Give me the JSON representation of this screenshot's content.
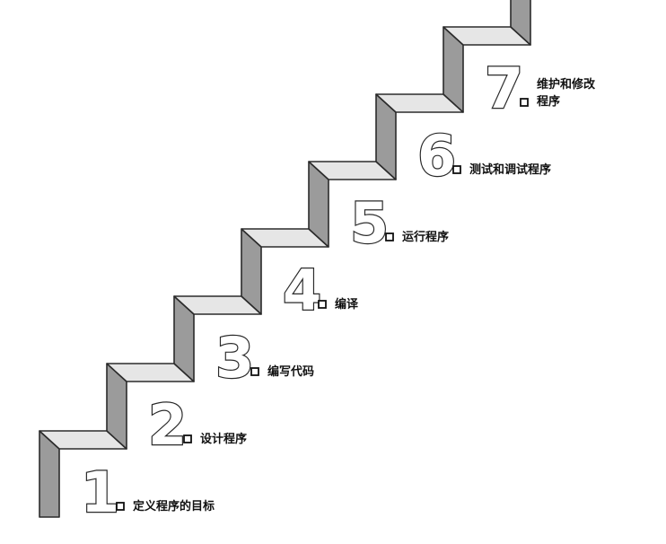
{
  "steps": [
    {
      "number": "1",
      "label_lines": [
        "定义程序的目标"
      ]
    },
    {
      "number": "2",
      "label_lines": [
        "设计程序"
      ]
    },
    {
      "number": "3",
      "label_lines": [
        "编写代码"
      ]
    },
    {
      "number": "4",
      "label_lines": [
        "编译"
      ]
    },
    {
      "number": "5",
      "label_lines": [
        "运行程序"
      ]
    },
    {
      "number": "6",
      "label_lines": [
        "测试和调试程序"
      ]
    },
    {
      "number": "7",
      "label_lines": [
        "维护和修改",
        "程序"
      ]
    }
  ],
  "colors": {
    "tread_top": "#e6e6e6",
    "riser_front": "#9b9b9b",
    "riser_side": "#c8c8c8",
    "outline": "#2b2b2b"
  }
}
